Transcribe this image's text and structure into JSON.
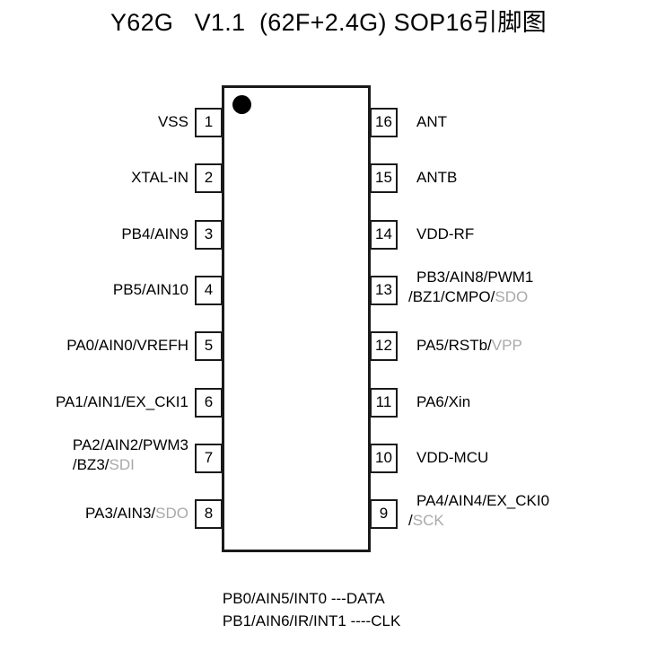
{
  "title": "Y62G   V1.1  (62F+2.4G) SOP16引脚图",
  "colors": {
    "outline": "#1a1a1a",
    "text": "#000000",
    "alt_function": "#a9a9a9",
    "background": "#ffffff"
  },
  "chip": {
    "package": "SOP16",
    "pin1_marker": "dot"
  },
  "pins": {
    "left": [
      {
        "number": "1",
        "line1": "VSS",
        "line1_alt": "",
        "line2": "",
        "line2_alt": ""
      },
      {
        "number": "2",
        "line1": "XTAL-IN",
        "line1_alt": "",
        "line2": "",
        "line2_alt": ""
      },
      {
        "number": "3",
        "line1": "PB4/AIN9",
        "line1_alt": "",
        "line2": "",
        "line2_alt": ""
      },
      {
        "number": "4",
        "line1": "PB5/AIN10",
        "line1_alt": "",
        "line2": "",
        "line2_alt": ""
      },
      {
        "number": "5",
        "line1": "PA0/AIN0/VREFH",
        "line1_alt": "",
        "line2": "",
        "line2_alt": ""
      },
      {
        "number": "6",
        "line1": "PA1/AIN1/EX_CKI1",
        "line1_alt": "",
        "line2": "",
        "line2_alt": ""
      },
      {
        "number": "7",
        "line1": "PA2/AIN2/PWM3",
        "line1_alt": "",
        "line2": "/BZ3/",
        "line2_alt": "SDI"
      },
      {
        "number": "8",
        "line1": "PA3/AIN3/",
        "line1_alt": "SDO",
        "line2": "",
        "line2_alt": ""
      }
    ],
    "right": [
      {
        "number": "16",
        "line1": "ANT",
        "line1_alt": "",
        "line2": "",
        "line2_alt": ""
      },
      {
        "number": "15",
        "line1": "ANTB",
        "line1_alt": "",
        "line2": "",
        "line2_alt": ""
      },
      {
        "number": "14",
        "line1": "VDD-RF",
        "line1_alt": "",
        "line2": "",
        "line2_alt": ""
      },
      {
        "number": "13",
        "line1": "PB3/AIN8/PWM1",
        "line1_alt": "",
        "line2": "/BZ1/CMPO/",
        "line2_alt": "SDO"
      },
      {
        "number": "12",
        "line1": "PA5/RSTb/",
        "line1_alt": "VPP",
        "line2": "",
        "line2_alt": ""
      },
      {
        "number": "11",
        "line1": "PA6/Xin",
        "line1_alt": "",
        "line2": "",
        "line2_alt": ""
      },
      {
        "number": "10",
        "line1": "VDD-MCU",
        "line1_alt": "",
        "line2": "",
        "line2_alt": ""
      },
      {
        "number": "9",
        "line1": "PA4/AIN4/EX_CKI0",
        "line1_alt": "",
        "line2": "/",
        "line2_alt": "SCK"
      }
    ]
  },
  "bottom_notes": [
    {
      "signal": "PB0/AIN5/INT0",
      "dashes": " ---",
      "name": "DATA"
    },
    {
      "signal": "PB1/AIN6/IR/INT1",
      "dashes": " ----",
      "name": "CLK"
    }
  ]
}
